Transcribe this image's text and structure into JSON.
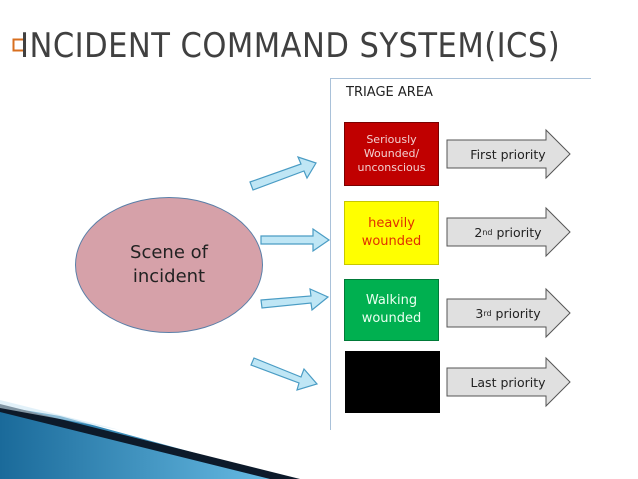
{
  "title": "INCIDENT COMMAND SYSTEM(ICS)",
  "triage_label": "TRIAGE AREA",
  "scene_label": "Scene of\nincident",
  "categories": [
    {
      "label": "Seriously\nWounded/\nunconscious",
      "color": "#c00000"
    },
    {
      "label": "heavily\nwounded",
      "color": "#ffff00"
    },
    {
      "label": "Walking\nwounded",
      "color": "#00b050"
    },
    {
      "label": "",
      "color": "#000000"
    }
  ],
  "priorities": [
    {
      "label": "First priority"
    },
    {
      "prefix": "2",
      "sup": "nd",
      "suffix": " priority"
    },
    {
      "prefix": "3",
      "sup": "rd",
      "suffix": " priority"
    },
    {
      "label": "Last priority"
    }
  ],
  "colors": {
    "arrow_fill": "#bfe6f5",
    "arrow_stroke": "#4a9cc4",
    "priority_fill": "#e0e0e0",
    "ellipse_fill": "#d6a1a9"
  },
  "icons": {
    "title_bullet": "hollow-square-bullet-icon"
  }
}
